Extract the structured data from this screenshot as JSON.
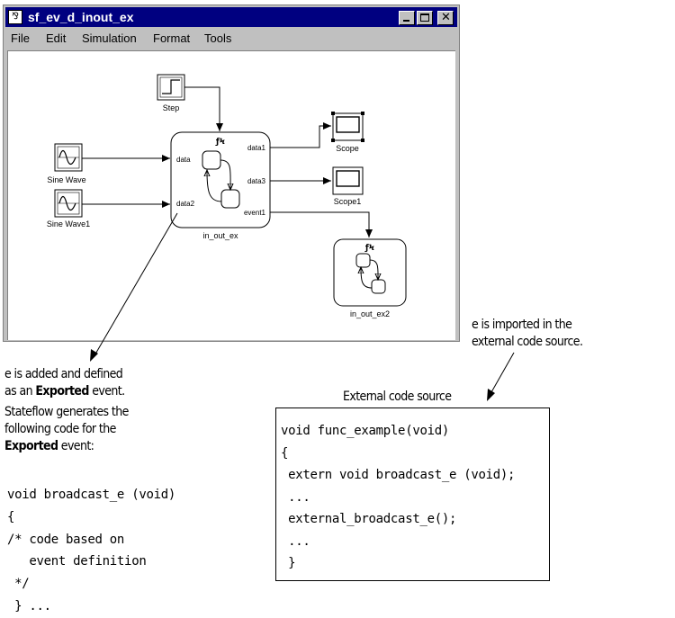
{
  "window": {
    "title": "sf_ev_d_inout_ex",
    "menu": [
      "File",
      "Edit",
      "Simulation",
      "Format",
      "Tools"
    ]
  },
  "blocks": {
    "step": "Step",
    "sine1": "Sine Wave",
    "sine2": "Sine Wave1",
    "chart1": "in_out_ex",
    "chart2": "in_out_ex2",
    "scope1": "Scope",
    "scope2": "Scope1"
  },
  "ports": {
    "in1": "data",
    "in2": "data2",
    "out1": "data1",
    "out2": "data3",
    "out3": "event1"
  },
  "annotations": {
    "left_line1": "e is added and defined",
    "left_line2_prefix": "as an ",
    "left_line2_bold": "Exported",
    "left_line2_suffix": " event.",
    "left_line3": "Stateflow generates the",
    "left_line4": "following code for the",
    "left_line5_bold": "Exported",
    "left_line5_suffix": " event:",
    "right_line1": "e is imported in the",
    "right_line2": "external code source.",
    "ext_title": "External code source"
  },
  "left_code": [
    "void broadcast_e (void)",
    "{",
    "/* code based on",
    "   event definition",
    " */",
    " } ..."
  ],
  "ext_code": [
    "void func_example(void)",
    "{",
    " extern void broadcast_e (void);",
    " ...",
    " external_broadcast_e();",
    " ...",
    " }"
  ]
}
